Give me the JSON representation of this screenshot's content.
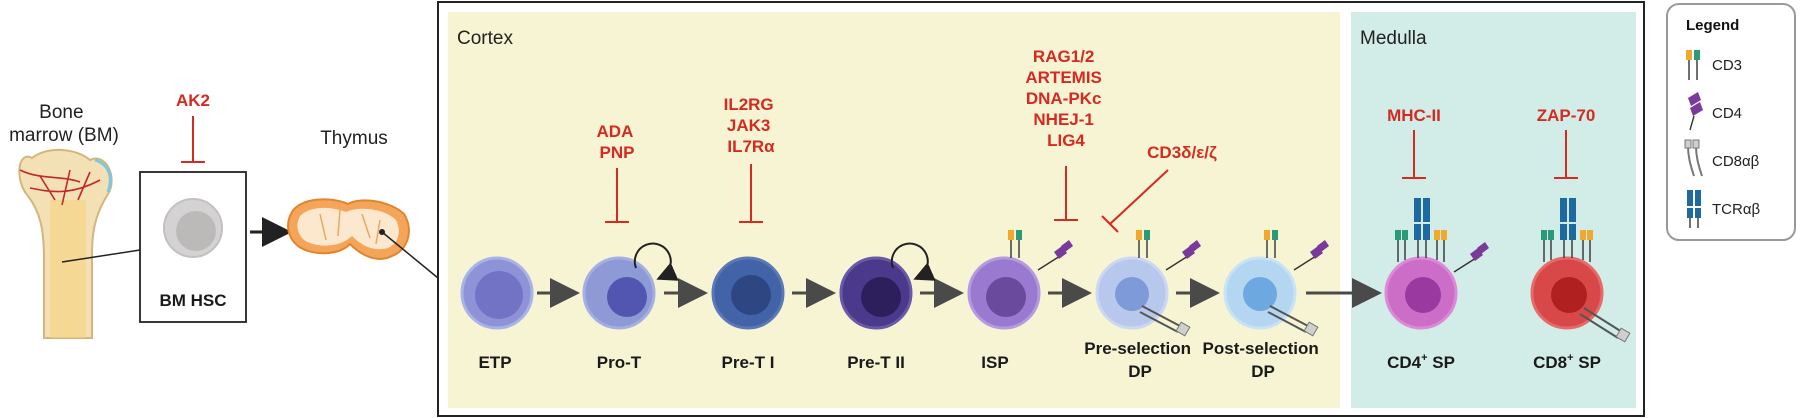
{
  "left": {
    "bone_label": [
      "Bone",
      "marrow (BM)"
    ],
    "hsc_label": "BM HSC",
    "thymus_label": "Thymus",
    "ak2": "AK2"
  },
  "regions": {
    "cortex": "Cortex",
    "medulla": "Medulla"
  },
  "stages": [
    {
      "label": [
        "ETP"
      ]
    },
    {
      "label": [
        "Pro-T"
      ]
    },
    {
      "label": [
        "Pre-T I"
      ]
    },
    {
      "label": [
        "Pre-T II"
      ]
    },
    {
      "label": [
        "ISP"
      ]
    },
    {
      "label": [
        "Pre-selection",
        "DP"
      ]
    },
    {
      "label": [
        "Post-selection",
        "DP"
      ]
    },
    {
      "label": [
        "CD4",
        "+",
        " SP"
      ]
    },
    {
      "label": [
        "CD8",
        "+",
        " SP"
      ]
    }
  ],
  "blocks": {
    "pro_t": [
      "ADA",
      "PNP"
    ],
    "pre_t1": [
      "IL2RG",
      "JAK3",
      "IL7Rα"
    ],
    "isp_dp": [
      "RAG1/2",
      "ARTEMIS",
      "DNA-PKc",
      "NHEJ-1",
      "LIG4"
    ],
    "cd3": "CD3δ/ε/ζ",
    "mhc": "MHC-II",
    "zap": "ZAP-70"
  },
  "legend": {
    "title": "Legend",
    "items": [
      "CD3",
      "CD4",
      "CD8αβ",
      "TCRαβ"
    ]
  },
  "colors": {
    "cortex_bg": "#f6f4d2",
    "medulla_bg": "#d2ece8",
    "red_text": "#d42a22"
  }
}
